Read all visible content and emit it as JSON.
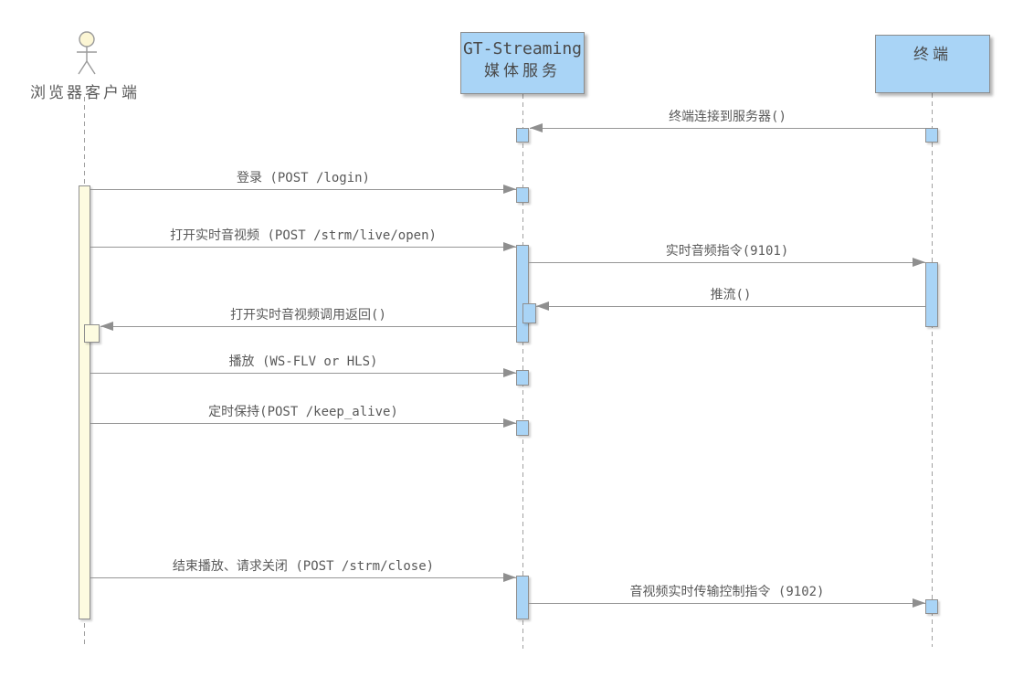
{
  "diagram": {
    "type": "uml-sequence-diagram"
  },
  "participants": [
    {
      "id": "browser",
      "kind": "actor",
      "label": "浏览器客户端"
    },
    {
      "id": "gt",
      "kind": "object",
      "label_line1": "GT-Streaming",
      "label_line2": "媒体服务"
    },
    {
      "id": "terminal",
      "kind": "object",
      "label": "终端"
    }
  ],
  "messages": [
    {
      "from": "terminal",
      "to": "gt",
      "label": "终端连接到服务器()"
    },
    {
      "from": "browser",
      "to": "gt",
      "label": "登录 (POST /login)"
    },
    {
      "from": "browser",
      "to": "gt",
      "label": "打开实时音视频 (POST /strm/live/open)"
    },
    {
      "from": "gt",
      "to": "terminal",
      "label": "实时音频指令(9101)"
    },
    {
      "from": "terminal",
      "to": "gt",
      "label": "推流()"
    },
    {
      "from": "gt",
      "to": "browser",
      "label": "打开实时音视频调用返回()"
    },
    {
      "from": "browser",
      "to": "gt",
      "label": "播放 (WS-FLV or HLS)"
    },
    {
      "from": "browser",
      "to": "gt",
      "label": "定时保持(POST /keep_alive)"
    },
    {
      "from": "browser",
      "to": "gt",
      "label": "结束播放、请求关闭 (POST /strm/close)"
    },
    {
      "from": "gt",
      "to": "terminal",
      "label": "音视频实时传输控制指令  (9102)"
    }
  ],
  "colors": {
    "participant_fill": "#a9d4f6",
    "participant_border": "#8c8c8c",
    "activation_blue_fill": "#a9d4f6",
    "activation_yellow_fill": "#fdfbe0",
    "actor_head_fill": "#fcf6d4",
    "line_color": "#969696",
    "text_color": "#595959",
    "background": "#ffffff"
  }
}
